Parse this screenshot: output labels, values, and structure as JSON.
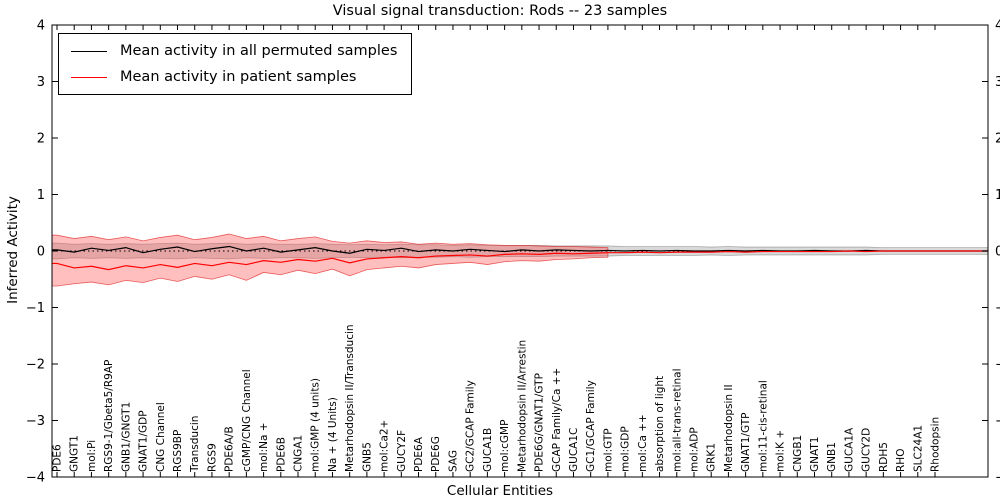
{
  "title": "Visual signal transduction: Rods -- 23 samples",
  "xlabel": "Cellular Entities",
  "ylabel": "Inferred Activity",
  "legend": {
    "entries": [
      {
        "label": "Mean activity in all permuted samples",
        "color": "#000000"
      },
      {
        "label": "Mean activity in patient samples",
        "color": "#ff0000"
      }
    ]
  },
  "chart_data": {
    "type": "line",
    "title": "Visual signal transduction: Rods -- 23 samples",
    "xlabel": "Cellular Entities",
    "ylabel": "Inferred Activity",
    "ylim": [
      -4,
      4
    ],
    "yticks": [
      -4,
      -3,
      -2,
      -1,
      0,
      1,
      2,
      3,
      4
    ],
    "grid": false,
    "zero_line": "dotted",
    "legend_position": "upper-left",
    "categories": [
      "PDE6",
      "GNGT1",
      "mol:Pi",
      "RGS9-1/Gbeta5/R9AP",
      "GNB1/GNGT1",
      "GNAT1/GDP",
      "CNG Channel",
      "RGS9BP",
      "Transducin",
      "RGS9",
      "PDE6A/B",
      "cGMP/CNG Channel",
      "mol:Na +",
      "PDE6B",
      "CNGA1",
      "mol:GMP (4 units)",
      "Na + (4 Units)",
      "Metarhodopsin II/Transducin",
      "GNB5",
      "mol:Ca2+",
      "GUCY2F",
      "PDE6A",
      "PDE6G",
      "SAG",
      "GC2/GCAP Family",
      "GUCA1B",
      "mol:cGMP",
      "Metarhodopsin II/Arrestin",
      "PDE6G/GNAT1/GTP",
      "GCAP Family/Ca ++",
      "GUCA1C",
      "GC1/GCAP Family",
      "mol:GTP",
      "mol:GDP",
      "mol:Ca ++",
      "absorption of light",
      "mol:all-trans-retinal",
      "mol:ADP",
      "GRK1",
      "Metarhodopsin II",
      "GNAT1/GTP",
      "mol:11-cis-retinal",
      "mol:K +",
      "CNGB1",
      "GNAT1",
      "GNB1",
      "GUCA1A",
      "GUCY2D",
      "RDH5",
      "RHO",
      "SLC24A1",
      "Rhodopsin"
    ],
    "series": [
      {
        "name": "Mean activity in all permuted samples",
        "color": "#000000",
        "band_color": "rgba(130,130,130,0.30)",
        "band_edge": "rgba(120,120,120,0.55)",
        "values": [
          0.02,
          -0.02,
          0.05,
          0.01,
          0.06,
          -0.03,
          0.03,
          0.07,
          -0.01,
          0.04,
          0.08,
          0.0,
          0.05,
          -0.02,
          0.02,
          0.06,
          0.0,
          -0.04,
          0.03,
          0.01,
          0.05,
          -0.01,
          0.02,
          0.0,
          0.03,
          0.01,
          -0.01,
          0.02,
          0.0,
          0.02,
          0.01,
          0.0,
          0.01,
          0.0,
          0.01,
          0.0,
          0.01,
          0.0,
          0.0,
          0.01,
          0.0,
          0.01,
          0.0,
          0.0,
          0.01,
          0.0,
          0.0,
          0.01,
          0.0,
          0.0,
          0.0,
          0.0
        ],
        "band_upper": [
          0.14,
          0.12,
          0.13,
          0.12,
          0.13,
          0.12,
          0.13,
          0.14,
          0.12,
          0.13,
          0.14,
          0.12,
          0.13,
          0.12,
          0.12,
          0.13,
          0.12,
          0.11,
          0.12,
          0.11,
          0.12,
          0.11,
          0.11,
          0.1,
          0.11,
          0.1,
          0.1,
          0.1,
          0.1,
          0.09,
          0.09,
          0.09,
          0.09,
          0.08,
          0.08,
          0.08,
          0.08,
          0.08,
          0.07,
          0.08,
          0.07,
          0.07,
          0.07,
          0.07,
          0.07,
          0.07,
          0.07,
          0.07,
          0.06,
          0.06,
          0.06,
          0.06
        ],
        "band_lower": [
          -0.14,
          -0.12,
          -0.13,
          -0.12,
          -0.13,
          -0.12,
          -0.13,
          -0.14,
          -0.12,
          -0.13,
          -0.14,
          -0.12,
          -0.13,
          -0.12,
          -0.12,
          -0.13,
          -0.12,
          -0.11,
          -0.12,
          -0.11,
          -0.12,
          -0.11,
          -0.11,
          -0.1,
          -0.11,
          -0.1,
          -0.1,
          -0.1,
          -0.1,
          -0.09,
          -0.09,
          -0.09,
          -0.09,
          -0.08,
          -0.08,
          -0.08,
          -0.08,
          -0.08,
          -0.07,
          -0.08,
          -0.07,
          -0.07,
          -0.07,
          -0.07,
          -0.07,
          -0.07,
          -0.07,
          -0.07,
          -0.06,
          -0.06,
          -0.06,
          -0.06
        ]
      },
      {
        "name": "Mean activity in patient samples",
        "color": "#ff0000",
        "band_color": "rgba(255,60,60,0.33)",
        "band_edge": "rgba(220,0,0,0.60)",
        "values": [
          -0.22,
          -0.3,
          -0.27,
          -0.33,
          -0.26,
          -0.3,
          -0.24,
          -0.29,
          -0.22,
          -0.26,
          -0.2,
          -0.24,
          -0.17,
          -0.2,
          -0.15,
          -0.18,
          -0.13,
          -0.21,
          -0.14,
          -0.12,
          -0.1,
          -0.12,
          -0.09,
          -0.08,
          -0.07,
          -0.09,
          -0.06,
          -0.05,
          -0.06,
          -0.04,
          -0.05,
          -0.04,
          -0.03,
          -0.03,
          -0.02,
          -0.03,
          -0.02,
          -0.02,
          -0.02,
          -0.01,
          -0.02,
          -0.01,
          -0.01,
          -0.01,
          -0.01,
          -0.01,
          0.0,
          -0.01,
          0.0,
          0.0,
          0.0,
          0.0
        ],
        "band_upper": [
          0.28,
          0.22,
          0.26,
          0.2,
          0.25,
          0.18,
          0.24,
          0.28,
          0.2,
          0.24,
          0.3,
          0.22,
          0.26,
          0.18,
          0.22,
          0.25,
          0.17,
          0.14,
          0.18,
          0.15,
          0.16,
          0.12,
          0.14,
          0.12,
          0.13,
          0.11,
          0.1,
          0.1,
          0.09,
          0.08,
          0.08,
          0.07,
          0.06,
          null,
          null,
          null,
          null,
          null,
          null,
          null,
          null,
          null,
          null,
          null,
          null,
          null,
          null,
          null,
          null,
          null,
          null,
          null
        ],
        "band_lower": [
          -0.62,
          -0.58,
          -0.55,
          -0.6,
          -0.52,
          -0.56,
          -0.48,
          -0.54,
          -0.45,
          -0.5,
          -0.42,
          -0.52,
          -0.38,
          -0.42,
          -0.34,
          -0.4,
          -0.32,
          -0.44,
          -0.33,
          -0.3,
          -0.27,
          -0.3,
          -0.24,
          -0.22,
          -0.2,
          -0.24,
          -0.19,
          -0.17,
          -0.18,
          -0.15,
          -0.14,
          -0.12,
          -0.11,
          null,
          null,
          null,
          null,
          null,
          null,
          null,
          null,
          null,
          null,
          null,
          null,
          null,
          null,
          null,
          null,
          null,
          null,
          null
        ]
      }
    ]
  }
}
